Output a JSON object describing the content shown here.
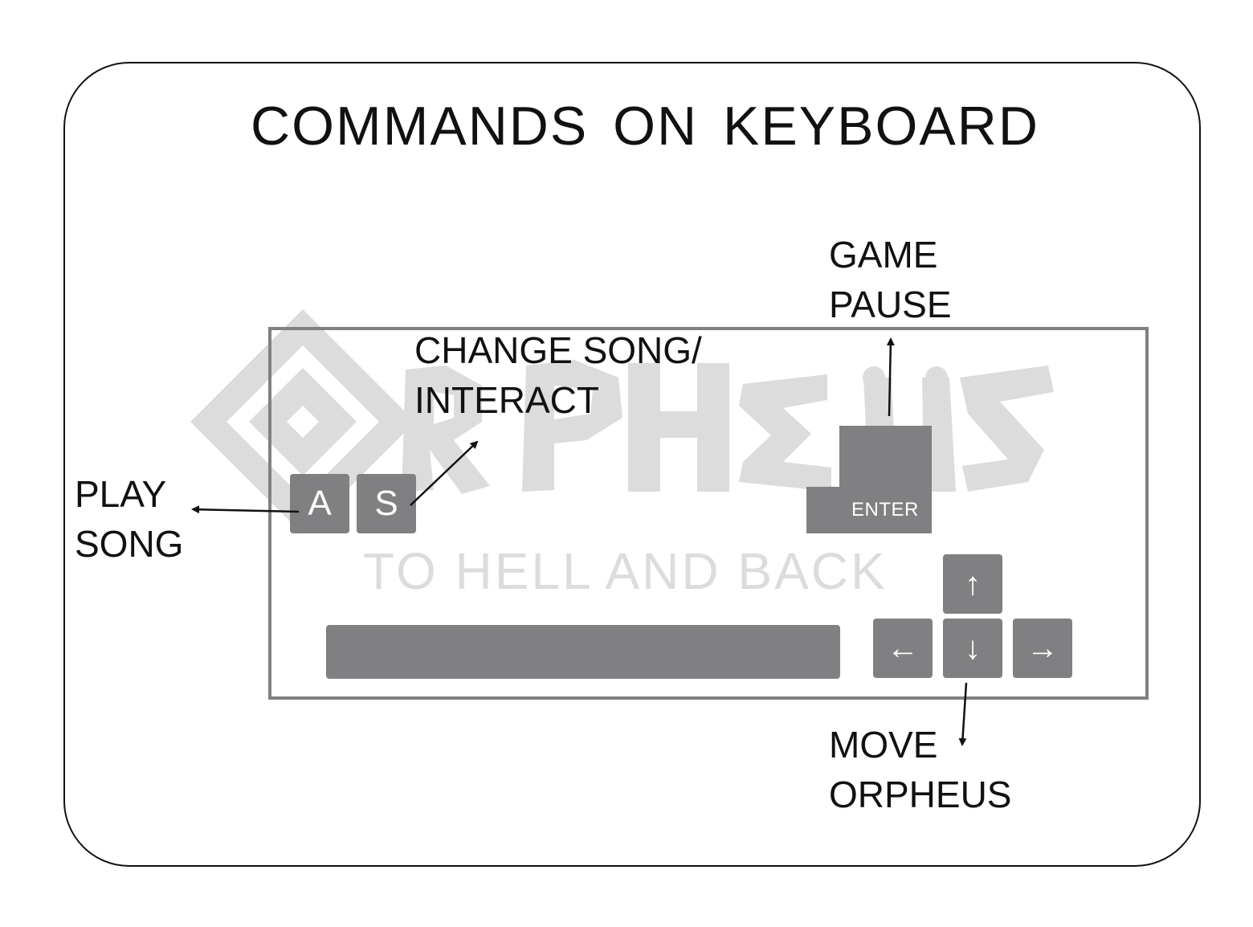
{
  "title": "COMMANDS ON  KEYBOARD",
  "watermark": {
    "logo_text": "ORPHEUS",
    "subtitle": "TO HELL AND BACK"
  },
  "keys": {
    "a": "A",
    "s": "S",
    "enter": "ENTER",
    "up": "↑",
    "down": "↓",
    "left": "←",
    "right": "→"
  },
  "labels": {
    "play_song": [
      "PLAY",
      "SONG"
    ],
    "change_song": [
      "CHANGE SONG/",
      "INTERACT"
    ],
    "game_pause": [
      "GAME",
      "PAUSE"
    ],
    "move_orpheus": [
      "MOVE",
      "ORPHEUS"
    ]
  },
  "colors": {
    "key": "#807f82",
    "watermark": "#d9d9da",
    "frame": "#111111"
  }
}
